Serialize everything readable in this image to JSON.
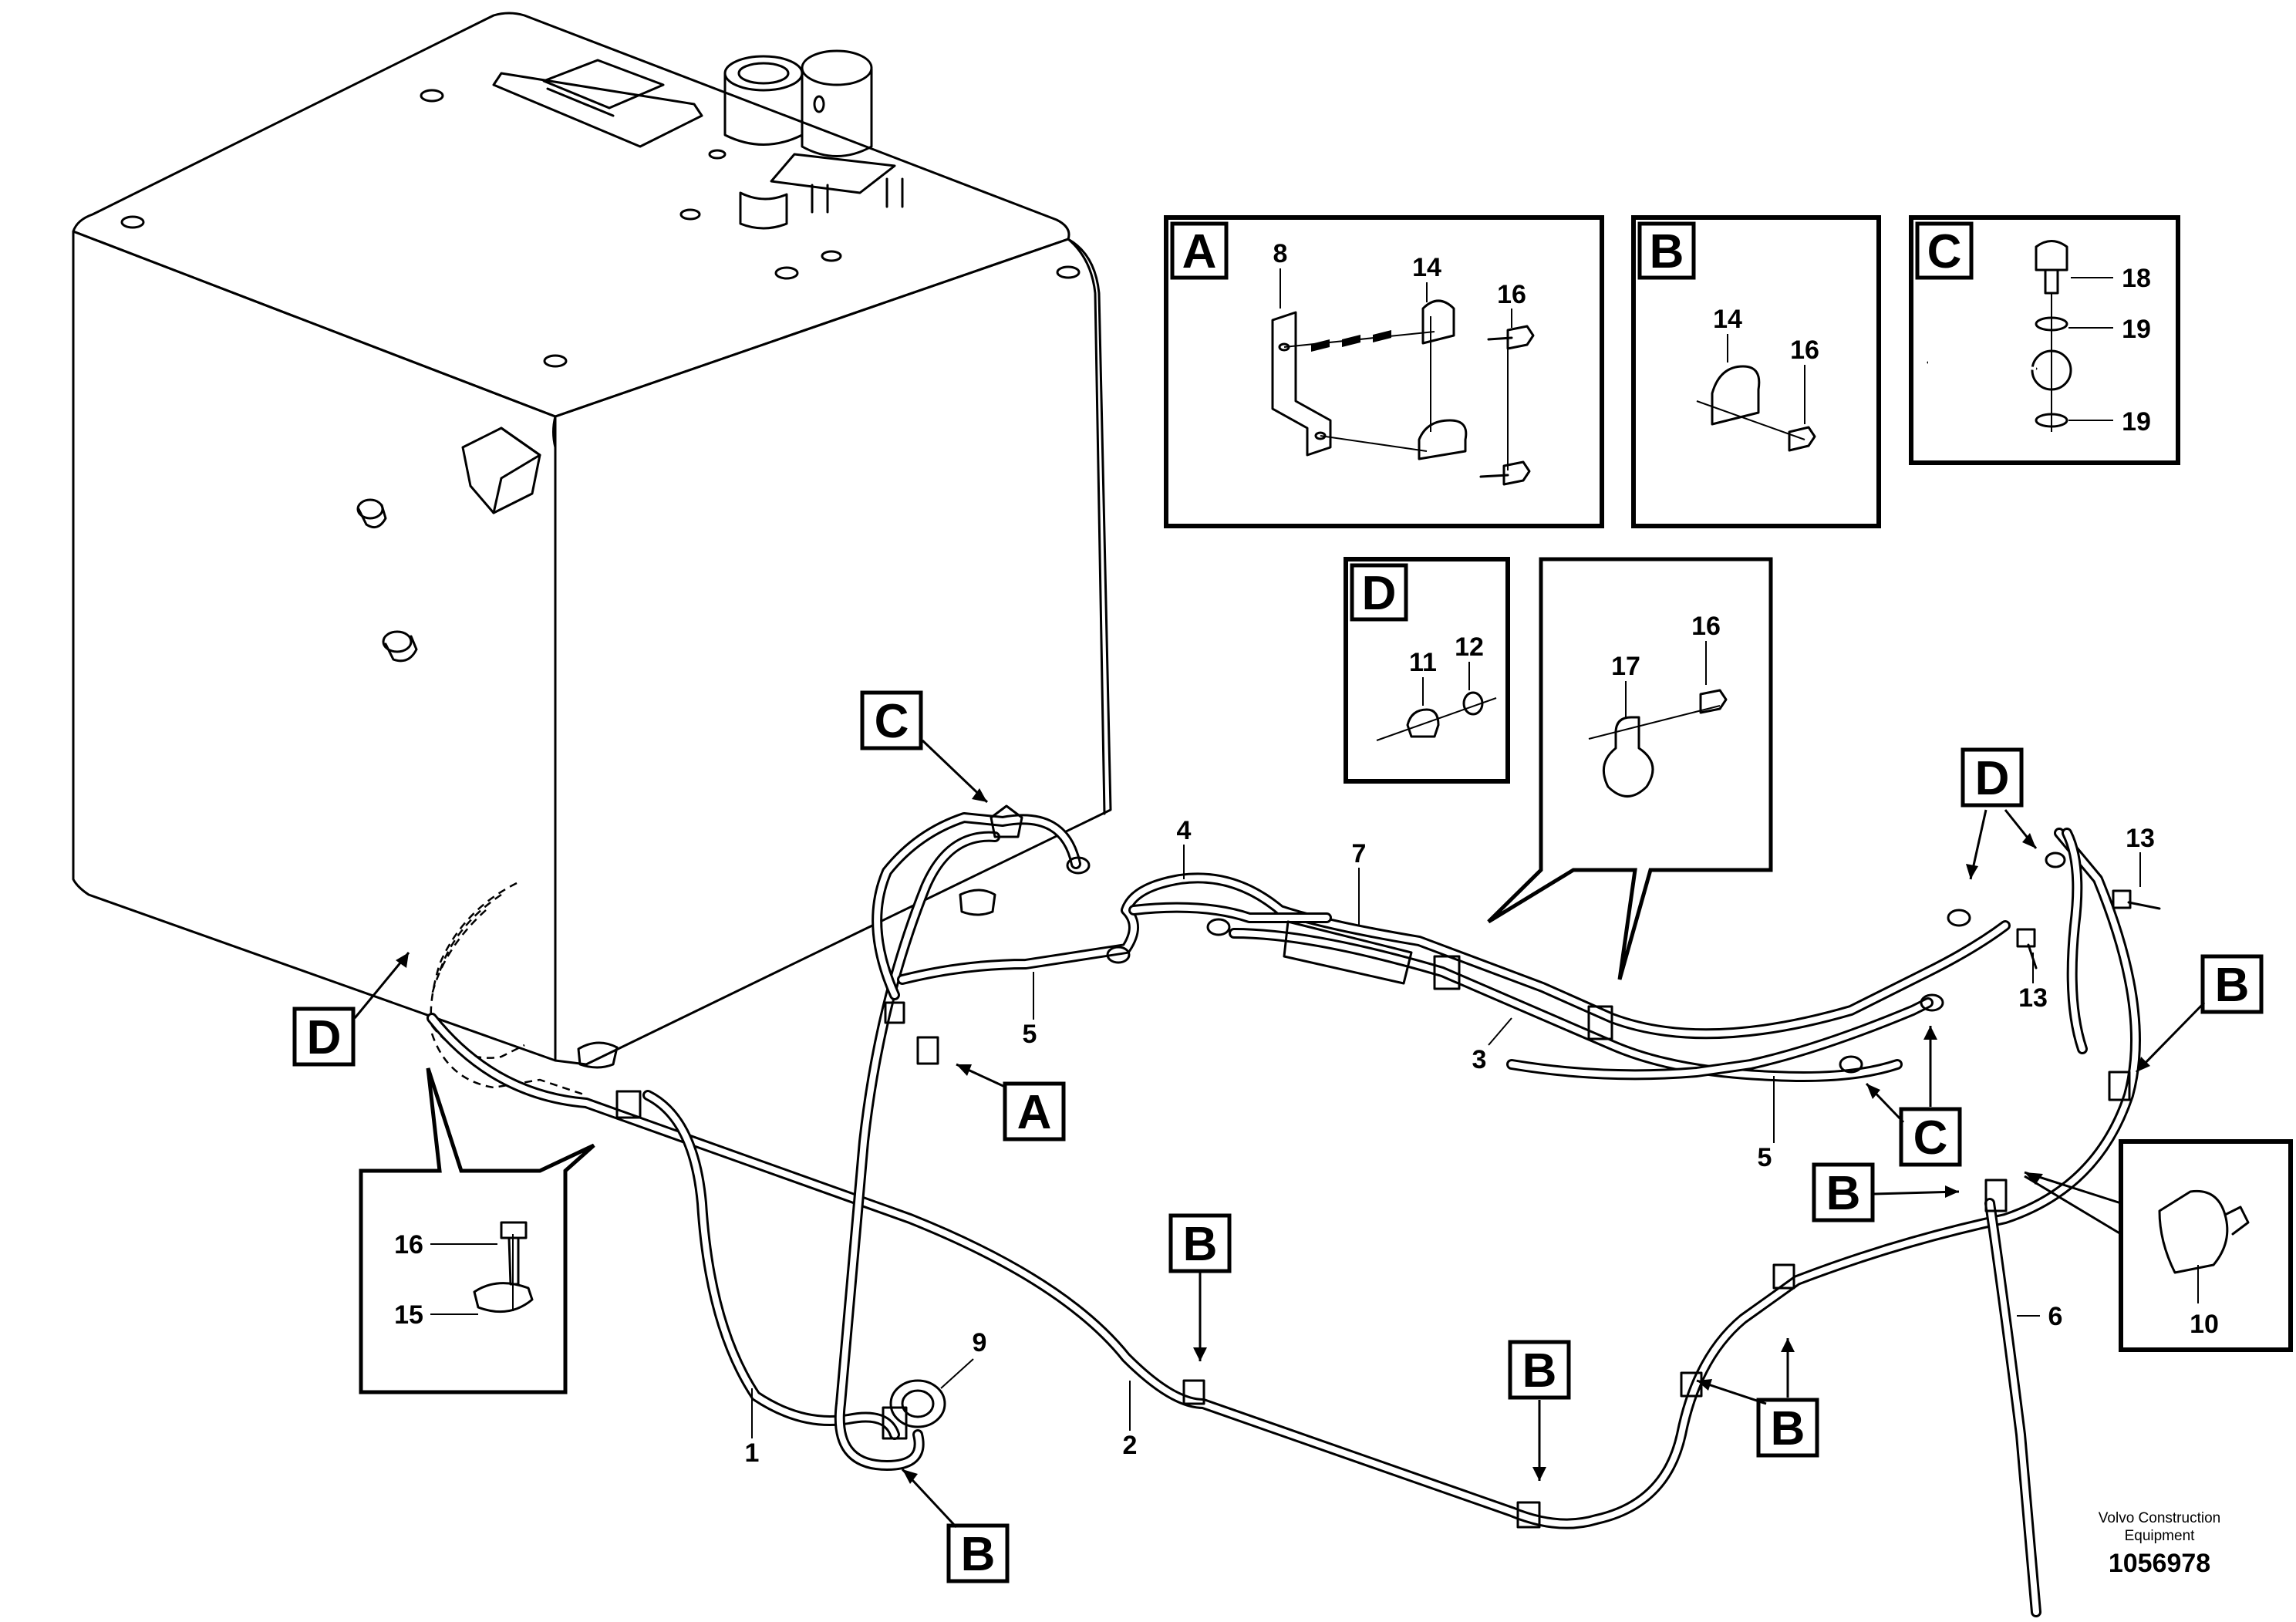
{
  "detail_tags": {
    "A": "A",
    "B": "B",
    "C": "C",
    "D": "D"
  },
  "part_numbers": {
    "p1": "1",
    "p2": "2",
    "p3": "3",
    "p4": "4",
    "p5": "5",
    "p6": "6",
    "p7": "7",
    "p8": "8",
    "p9": "9",
    "p10": "10",
    "p11": "11",
    "p12": "12",
    "p13": "13",
    "p14": "14",
    "p15": "15",
    "p16": "16",
    "p17": "17",
    "p18": "18",
    "p19": "19"
  },
  "footer": {
    "company_line1": "Volvo Construction",
    "company_line2": "Equipment",
    "drawing_number": "1056978"
  }
}
